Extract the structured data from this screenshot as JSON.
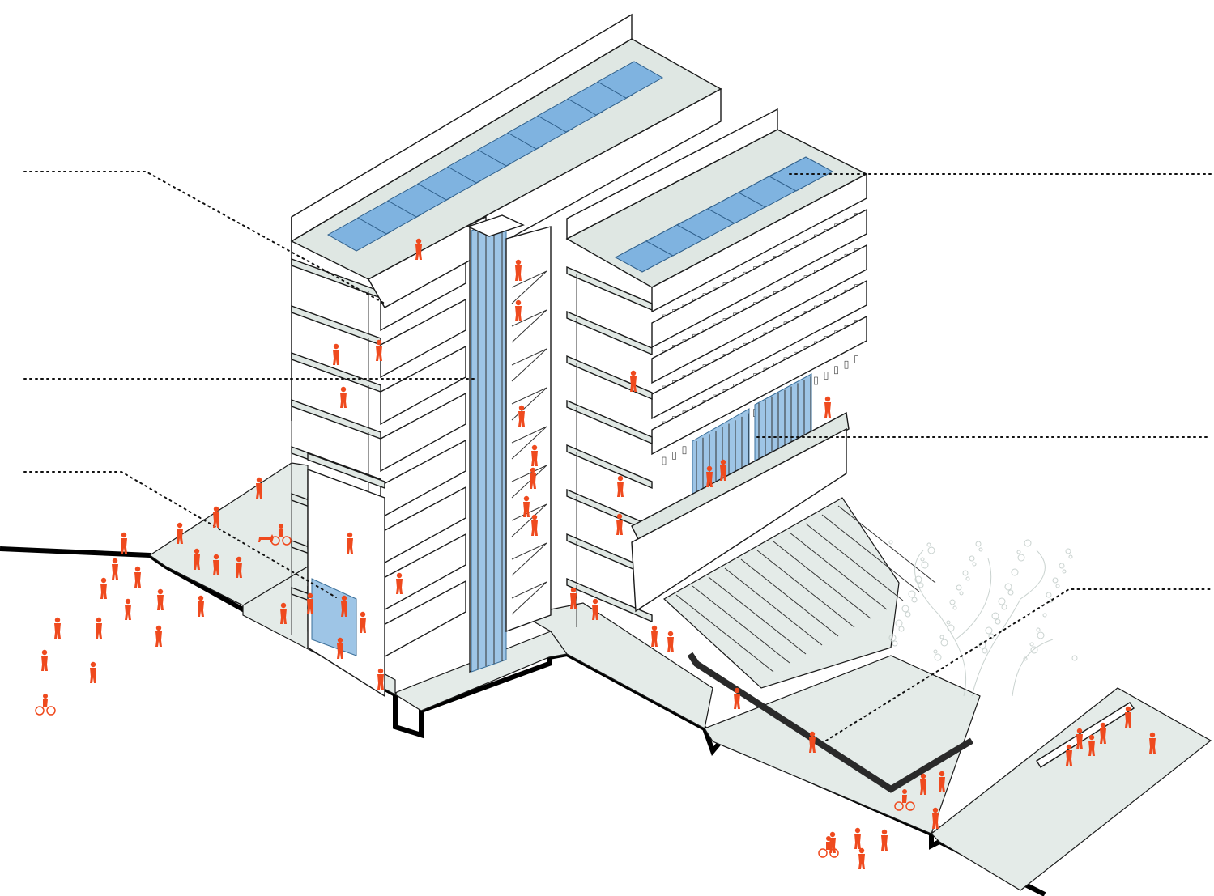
{
  "palette": {
    "people": "#ef4a1e",
    "glass": "#9ec5e6",
    "solar_panels": "#7fb3e0",
    "slab": "#dfe7e3",
    "outline": "#1a1a1a"
  },
  "icons": [
    "person-icon",
    "cyclist-icon",
    "dog-icon",
    "tree-icon",
    "solar-panel-icon"
  ],
  "annotations": [
    {
      "side": "left",
      "label": ""
    },
    {
      "side": "left",
      "label": ""
    },
    {
      "side": "left",
      "label": ""
    },
    {
      "side": "right",
      "label": ""
    },
    {
      "side": "right",
      "label": ""
    },
    {
      "side": "right",
      "label": ""
    }
  ]
}
